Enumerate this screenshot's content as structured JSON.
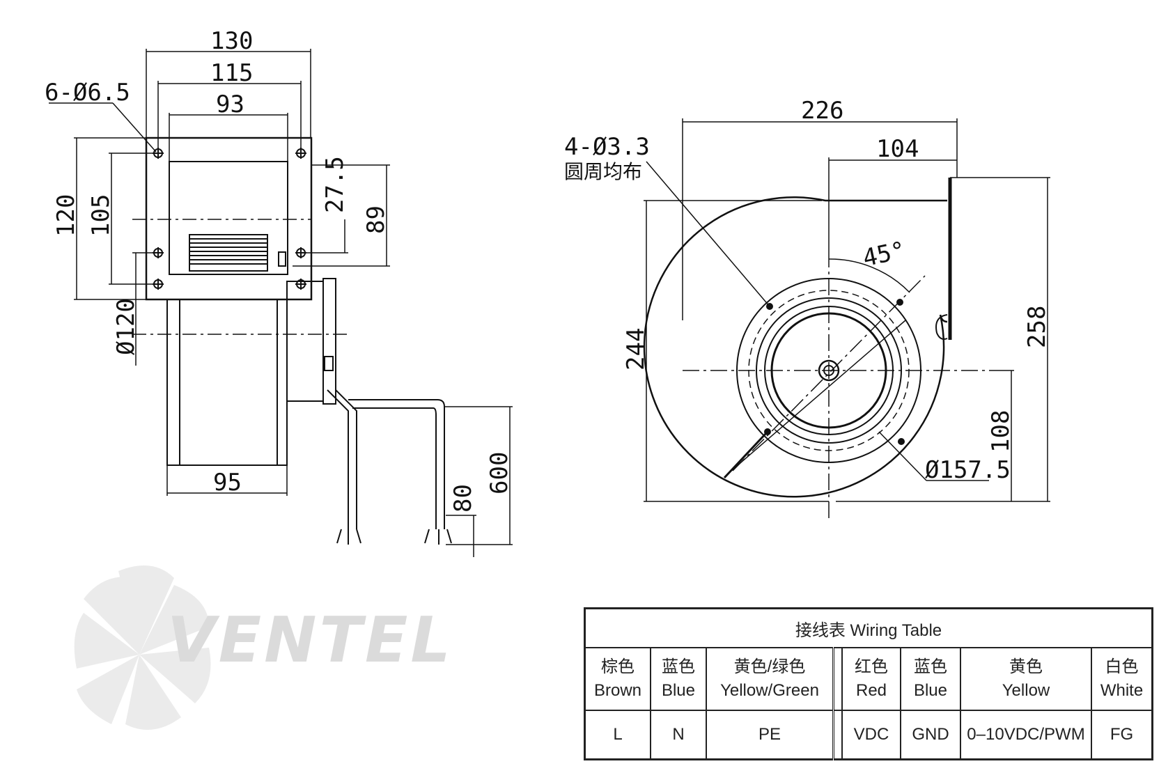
{
  "side_view": {
    "dims": {
      "d130": "130",
      "d115": "115",
      "d93": "93",
      "holes": "6-Ø6.5",
      "d120": "120",
      "d105": "105",
      "d27_5": "27.5",
      "d89": "89",
      "phi120": "Ø120",
      "d95": "95",
      "d80": "80",
      "d600": "600"
    }
  },
  "front_view": {
    "dims": {
      "d226": "226",
      "d104": "104",
      "holes": "4-Ø3.3",
      "holes_note": "圆周均布",
      "angle": "45°",
      "d244": "244",
      "d258": "258",
      "d108": "108",
      "phi157_5": "Ø157.5"
    }
  },
  "watermark": {
    "text": "VENTEL"
  },
  "wiring_table": {
    "title": "接线表  Wiring Table",
    "columns": [
      {
        "zh": "棕色",
        "en": "Brown",
        "value": "L"
      },
      {
        "zh": "蓝色",
        "en": "Blue",
        "value": "N"
      },
      {
        "zh": "黄色/绿色",
        "en": "Yellow/Green",
        "value": "PE"
      },
      {
        "zh": "红色",
        "en": "Red",
        "value": "VDC"
      },
      {
        "zh": "蓝色",
        "en": "Blue",
        "value": "GND"
      },
      {
        "zh": "黄色",
        "en": "Yellow",
        "value": "0–10VDC/PWM"
      },
      {
        "zh": "白色",
        "en": "White",
        "value": "FG"
      }
    ]
  }
}
